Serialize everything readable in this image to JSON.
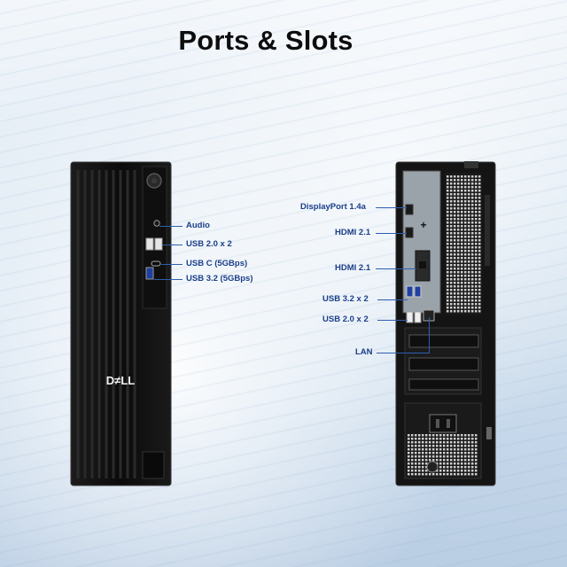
{
  "title": "Ports & Slots",
  "front": {
    "brand_logo": "DELL",
    "labels": {
      "audio": "Audio",
      "usb20": "USB 2.0 x 2",
      "usbc": "USB C (5GBps)",
      "usb32": "USB 3.2 (5GBps)"
    }
  },
  "rear": {
    "labels": {
      "displayport": "DisplayPort 1.4a",
      "hdmi_top": "HDMI 2.1",
      "hdmi_bottom": "HDMI 2.1",
      "usb32": "USB 3.2 x 2",
      "usb20": "USB 2.0 x 2",
      "lan": "LAN"
    }
  },
  "colors": {
    "callout_text": "#1b3f8a",
    "callout_line": "#2d5fb0",
    "chassis": "#141414"
  }
}
